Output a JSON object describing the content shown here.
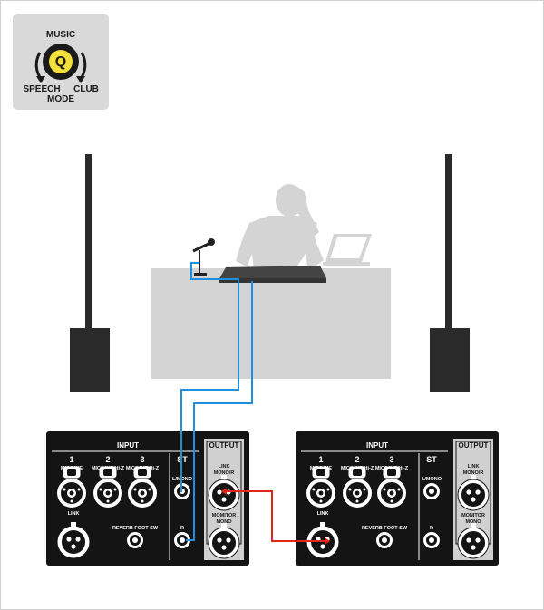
{
  "mode_badge": {
    "top_label": "MUSIC",
    "left_label": "SPEECH",
    "right_label": "CLUB",
    "bottom_label": "MODE",
    "knob_letter": "Q",
    "knob_color": "#f3e03a"
  },
  "colors": {
    "background": "#ffffff",
    "stage_gray": "#d4d4d4",
    "panel": "#141414",
    "output_section": "#d0d0d0",
    "cable_blue": "#1f8fe0",
    "cable_red": "#e0261c",
    "speaker": "#2a2a2a"
  },
  "panels": [
    {
      "input_title": "INPUT",
      "output_title": "OUTPUT",
      "channels": [
        {
          "number": "1",
          "sub": "MIC/LINE"
        },
        {
          "number": "2",
          "sub": "MIC/LINE/Hi-Z"
        },
        {
          "number": "3",
          "sub": "MIC/LINE/Hi-Z"
        }
      ],
      "st_label": "ST",
      "l_mono_label": "L/MONO",
      "r_label": "R",
      "link_in_label": "LINK",
      "reverb_label": "REVERB FOOT SW",
      "link_out_label_1": "LINK",
      "link_out_label_2": "MONO/R",
      "monitor_label_1": "MOMITOR",
      "monitor_label_2": "MONO"
    },
    {
      "input_title": "INPUT",
      "output_title": "OUTPUT",
      "channels": [
        {
          "number": "1",
          "sub": "MIC/LINE"
        },
        {
          "number": "2",
          "sub": "MIC/LINE/Hi-Z"
        },
        {
          "number": "3",
          "sub": "MIC/LINE/Hi-Z"
        }
      ],
      "st_label": "ST",
      "l_mono_label": "L/MONO",
      "r_label": "R",
      "link_in_label": "LINK",
      "reverb_label": "REVERB FOOT SW",
      "link_out_label_1": "LINK",
      "link_out_label_2": "MONO/R",
      "monitor_label_1": "MONITOR",
      "monitor_label_2": "MONO"
    }
  ]
}
